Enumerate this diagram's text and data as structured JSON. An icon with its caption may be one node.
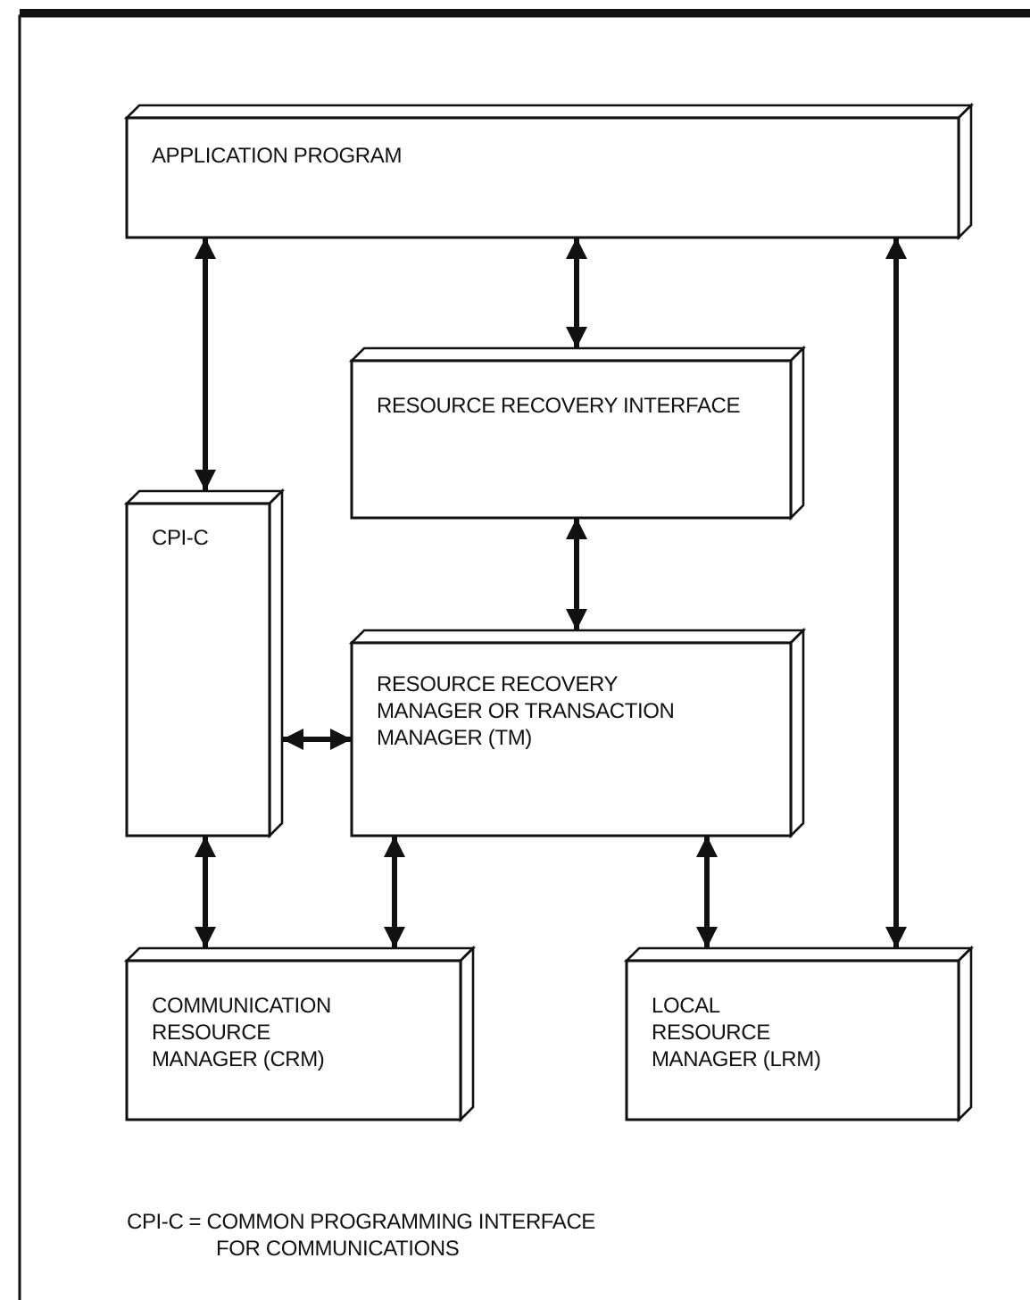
{
  "diagram": {
    "nodes": [
      {
        "text": [
          "APPLICATION PROGRAM"
        ]
      },
      {
        "text": [
          "RESOURCE RECOVERY INTERFACE"
        ]
      },
      {
        "text": [
          "CPI-C"
        ]
      },
      {
        "text": [
          "RESOURCE RECOVERY MANAGER OR TRANSACTION MANAGER (TM)"
        ]
      },
      {
        "text": [
          "COMMUNICATION RESOURCE MANAGER (CRM)"
        ]
      },
      {
        "text": [
          "LOCAL RESOURCE MANAGER (LRM)"
        ]
      }
    ],
    "edges": [
      {
        "from": 0,
        "to": 2,
        "arrow": "both"
      },
      {
        "from": 0,
        "to": 1,
        "arrow": "both"
      },
      {
        "from": 0,
        "to": 5,
        "arrow": "both"
      },
      {
        "from": 1,
        "to": 3,
        "arrow": "both"
      },
      {
        "from": 2,
        "to": 3,
        "arrow": "both"
      },
      {
        "from": 2,
        "to": 4,
        "arrow": "both"
      },
      {
        "from": 3,
        "to": 4,
        "arrow": "both"
      },
      {
        "from": 3,
        "to": 5,
        "arrow": "both"
      }
    ],
    "labels": [
      "CPI-C = COMMON PROGRAMMING INTERFACE FOR COMMUNICATIONS"
    ]
  }
}
